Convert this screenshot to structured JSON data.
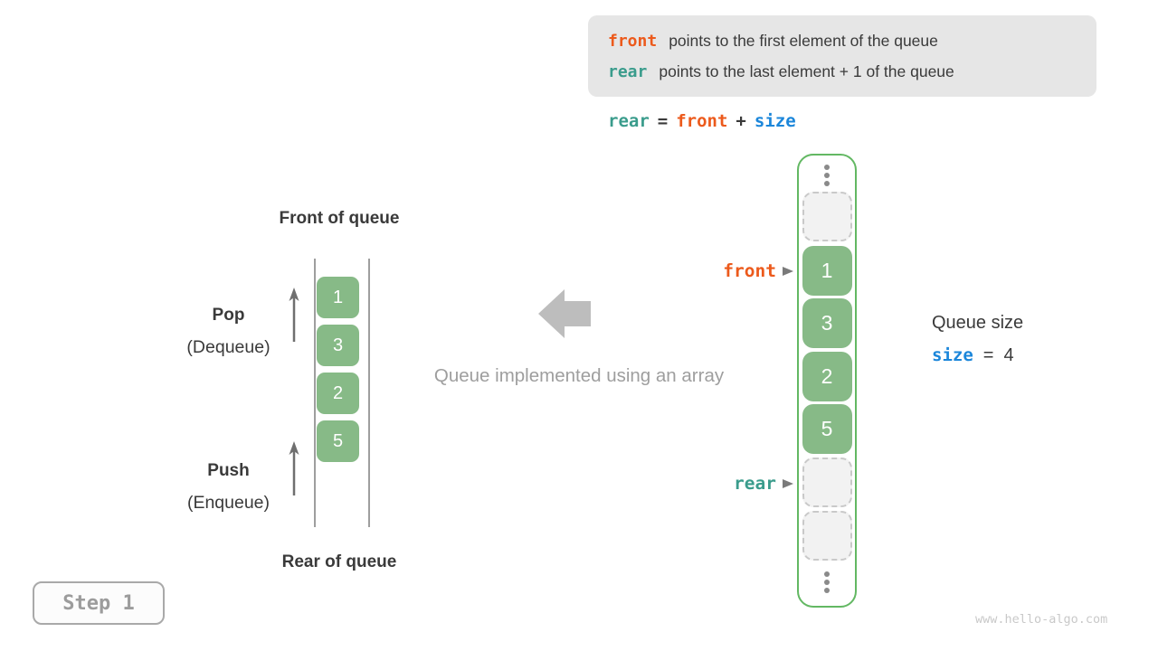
{
  "legend": {
    "line1": {
      "keyword": "front",
      "text": "points to the first element of the queue"
    },
    "line2": {
      "keyword": "rear",
      "text": "points to the last element + 1 of the queue"
    }
  },
  "formula": {
    "lhs": "rear",
    "eq": "=",
    "addend": "front",
    "plus": "+",
    "size_var": "size"
  },
  "left_diagram": {
    "front_title": "Front of queue",
    "rear_title": "Rear of queue",
    "pop_title": "Pop",
    "pop_subtitle": "(Dequeue)",
    "push_title": "Push",
    "push_subtitle": "(Enqueue)",
    "values": [
      "1",
      "3",
      "2",
      "5"
    ]
  },
  "center": {
    "caption": "Queue implemented using an array"
  },
  "array_column": {
    "front_pointer_label": "front",
    "rear_pointer_label": "rear",
    "values": [
      "1",
      "3",
      "2",
      "5"
    ]
  },
  "queue_size": {
    "label": "Queue size",
    "variable": "size",
    "equals": "=",
    "value": "4"
  },
  "step_badge": "Step 1",
  "watermark": "www.hello-algo.com",
  "colors": {
    "front_accent": "#ec5a1c",
    "rear_accent": "#3a9c8c",
    "size_accent": "#1b86da",
    "cell_green": "#87ba87",
    "column_border_green": "#63b863",
    "legend_background": "#e6e6e6"
  }
}
